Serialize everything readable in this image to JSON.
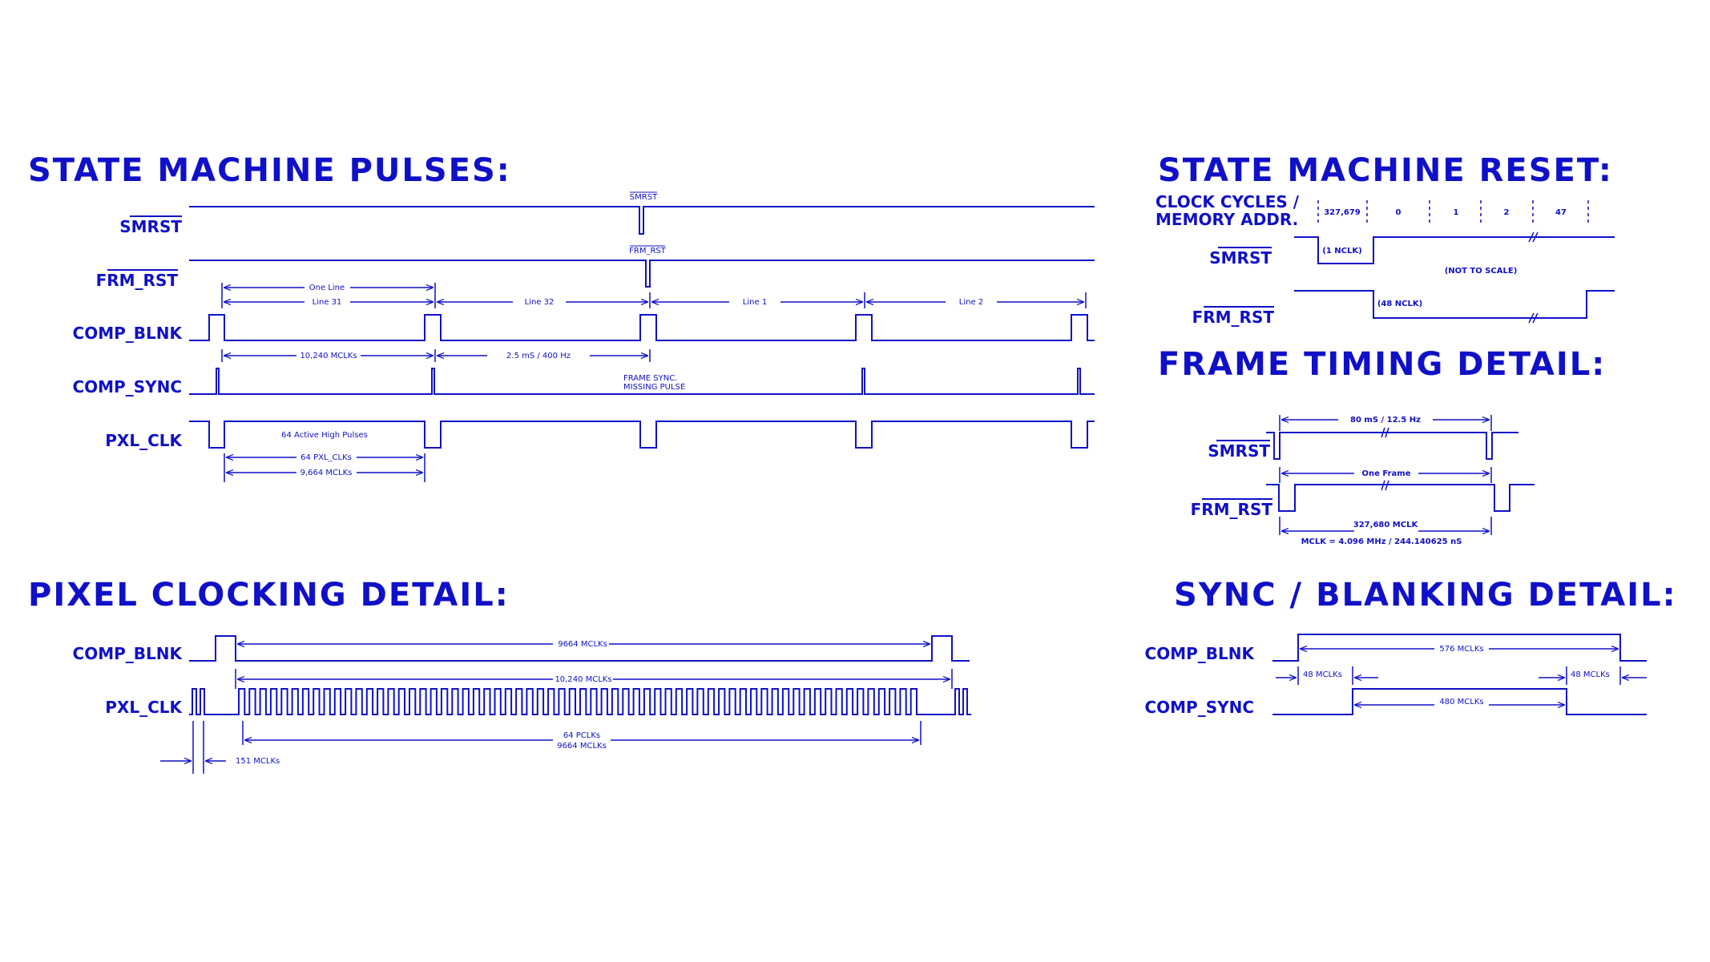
{
  "colors": {
    "ink": "#1010c8",
    "background": "#ffffff"
  },
  "sections": {
    "pulses": {
      "title": "STATE MACHINE PULSES:",
      "signals": {
        "smrst": "SMRST",
        "frm_rst": "FRM_RST",
        "comp_blnk": "COMP_BLNK",
        "comp_sync": "COMP_SYNC",
        "pxl_clk": "PXL_CLK"
      },
      "notes": {
        "smrst_tag": "SMRST",
        "frm_rst_tag": "FRM_RST",
        "one_line": "One Line",
        "line31": "Line 31",
        "line32": "Line 32",
        "line1": "Line 1",
        "line2": "Line 2",
        "mclks_10240": "10,240 MCLKs",
        "line_rate": "2.5 mS / 400 Hz",
        "frame_sync_1": "FRAME SYNC.",
        "frame_sync_2": "MISSING PULSE",
        "active_pulses": "64 Active High Pulses",
        "pxl_clks_64": "64 PXL_CLKs",
        "mclks_9664": "9,664 MCLKs"
      }
    },
    "reset": {
      "title": "STATE MACHINE RESET:",
      "header_line1": "CLOCK CYCLES /",
      "header_line2": "MEMORY ADDR.",
      "cycles": [
        "327,679",
        "0",
        "1",
        "2",
        "47"
      ],
      "signals": {
        "smrst": "SMRST",
        "frm_rst": "FRM_RST"
      },
      "notes": {
        "one_nclk": "(1 NCLK)",
        "not_to_scale": "(NOT TO SCALE)",
        "nclk_48": "(48 NCLK)"
      }
    },
    "frame": {
      "title": "FRAME TIMING DETAIL:",
      "signals": {
        "smrst": "SMRST",
        "frm_rst": "FRM_RST"
      },
      "notes": {
        "period": "80 mS / 12.5 Hz",
        "one_frame": "One Frame",
        "mclk_count": "327,680 MCLK",
        "mclk_def": "MCLK = 4.096 MHz / 244.140625 nS"
      }
    },
    "pixel": {
      "title": "PIXEL CLOCKING DETAIL:",
      "signals": {
        "comp_blnk": "COMP_BLNK",
        "pxl_clk": "PXL_CLK"
      },
      "notes": {
        "mclks_9664": "9664 MCLKs",
        "mclks_10240": "10,240 MCLKs",
        "pclks_64": "64 PCLKs",
        "mclks_9664_b": "9664 MCLKs",
        "mclks_151": "151 MCLKs"
      }
    },
    "sync": {
      "title": "SYNC / BLANKING DETAIL:",
      "signals": {
        "comp_blnk": "COMP_BLNK",
        "comp_sync": "COMP_SYNC"
      },
      "notes": {
        "mclks_576": "576 MCLKs",
        "mclks_48_left": "48 MCLKs",
        "mclks_48_right": "48 MCLKs",
        "mclks_480": "480 MCLKs"
      }
    }
  }
}
